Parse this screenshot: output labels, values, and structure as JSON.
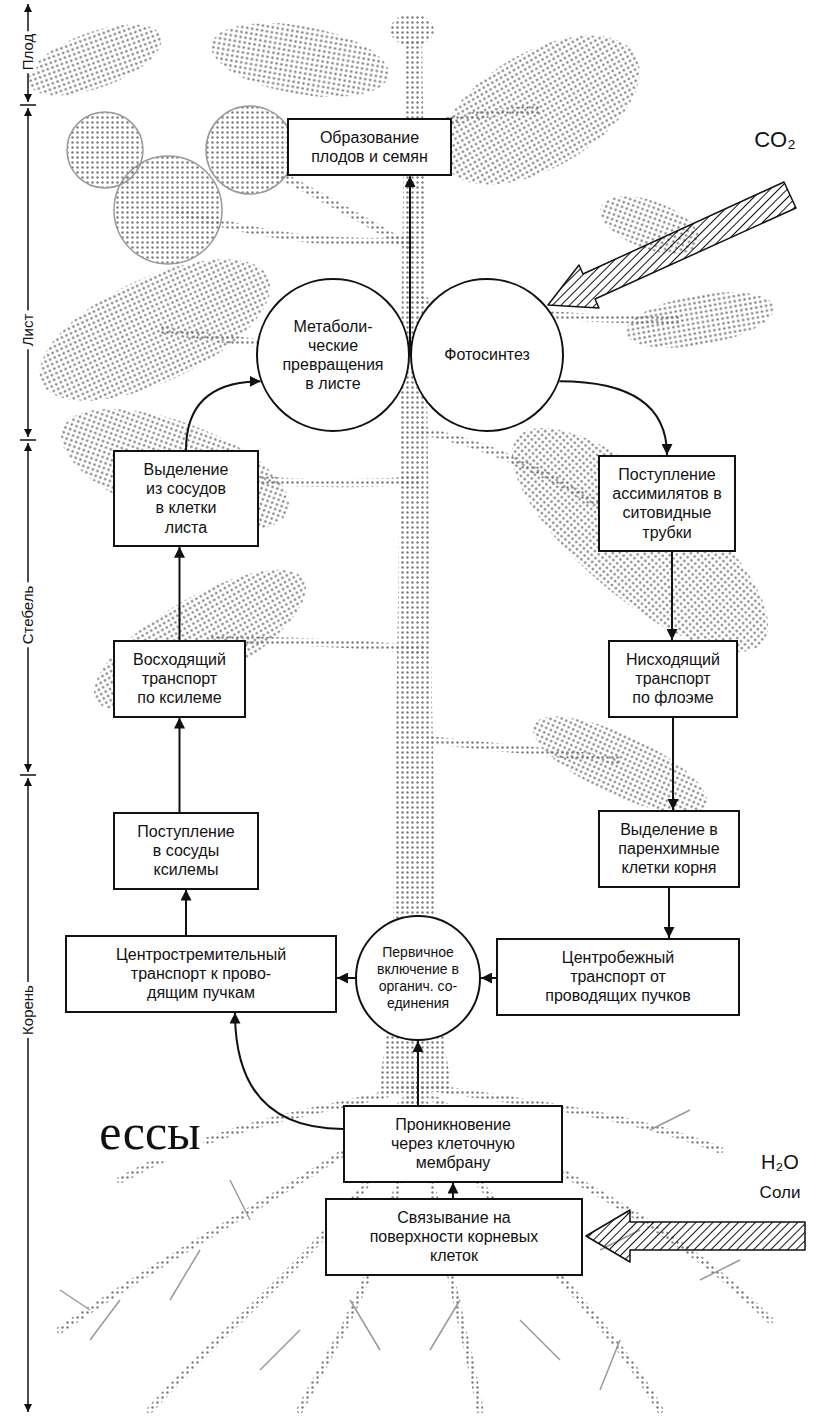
{
  "diagram": {
    "nodes": [
      {
        "text": [
          "Образование плодов и семян"
        ]
      },
      {
        "text": [
          "Метаболи- ческие превращения в листе"
        ]
      },
      {
        "text": [
          "Фотосинтез"
        ]
      },
      {
        "text": [
          "Выделение из сосудов в клетки листа"
        ]
      },
      {
        "text": [
          "Поступление ассимилятов в ситовидные трубки"
        ]
      },
      {
        "text": [
          "Восходящий транспорт по ксилеме"
        ]
      },
      {
        "text": [
          "Нисходящий транспорт по флоэме"
        ]
      },
      {
        "text": [
          "Поступление в сосуды ксилемы"
        ]
      },
      {
        "text": [
          "Выделение в паренхимные клетки корня"
        ]
      },
      {
        "text": [
          "Центростремительный транспорт к прово- дящим пучкам"
        ]
      },
      {
        "text": [
          "Первичное включение в органич. со- единения"
        ]
      },
      {
        "text": [
          "Центробежный транспорт от проводящих пучков"
        ]
      },
      {
        "text": [
          "Проникновение через клеточную мембрану"
        ]
      },
      {
        "text": [
          "Связывание на поверхности корневых клеток"
        ]
      }
    ],
    "edges": [
      {
        "from": 13,
        "to": 12,
        "arrow": "to"
      },
      {
        "from": 12,
        "to": 10,
        "arrow": "to"
      },
      {
        "from": 12,
        "to": 9,
        "arrow": "to"
      },
      {
        "from": 10,
        "to": 9,
        "arrow": "to"
      },
      {
        "from": 9,
        "to": 7,
        "arrow": "to"
      },
      {
        "from": 7,
        "to": 5,
        "arrow": "to"
      },
      {
        "from": 5,
        "to": 3,
        "arrow": "to"
      },
      {
        "from": 3,
        "to": 1,
        "arrow": "to"
      },
      {
        "from": 1,
        "to": 0,
        "arrow": "to"
      },
      {
        "from": 2,
        "to": 0,
        "arrow": "to"
      },
      {
        "from": 2,
        "to": 4,
        "arrow": "to"
      },
      {
        "from": 4,
        "to": 6,
        "arrow": "to"
      },
      {
        "from": 6,
        "to": 8,
        "arrow": "to"
      },
      {
        "from": 8,
        "to": 11,
        "arrow": "to"
      },
      {
        "from": 11,
        "to": 10,
        "arrow": "to"
      }
    ],
    "labels": [
      "Плод",
      "Лист",
      "Стебель",
      "Корень",
      "CO₂",
      "H₂O",
      "Соли",
      "ессы"
    ]
  }
}
